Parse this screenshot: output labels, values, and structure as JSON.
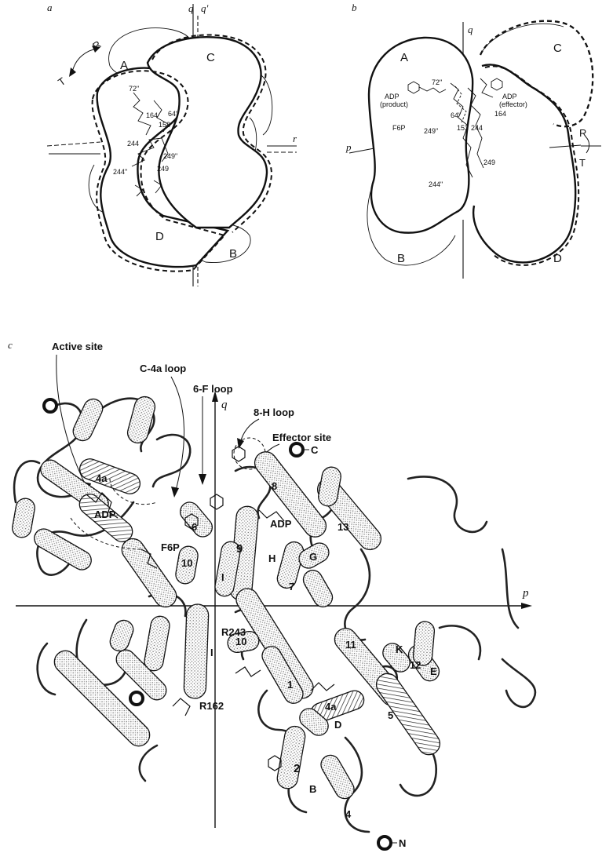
{
  "panels": {
    "a": {
      "letter": "a",
      "axes": {
        "q": "q",
        "q_prime": "q'",
        "r": "r"
      },
      "subunits": {
        "A": "A",
        "B": "B",
        "C": "C",
        "D": "D"
      },
      "transition": {
        "T": "T",
        "R": "R"
      },
      "residues": [
        "72\"",
        "64\"",
        "164",
        "153",
        "244",
        "249\"",
        "244\"",
        "249"
      ]
    },
    "b": {
      "letter": "b",
      "axes": {
        "q": "q",
        "p": "p"
      },
      "subunits": {
        "A": "A",
        "B": "B",
        "C": "C",
        "D": "D"
      },
      "transition": {
        "R": "R",
        "T": "T"
      },
      "ligands": {
        "adp_product_1": "ADP",
        "adp_product_2": "(product)",
        "adp_effector_1": "ADP",
        "adp_effector_2": "(effector)",
        "f6p": "F6P"
      },
      "residues": [
        "72\"",
        "64\"",
        "249\"",
        "153",
        "164",
        "244",
        "249",
        "244\""
      ]
    },
    "c": {
      "letter": "c",
      "axes": {
        "q": "q",
        "p": "p"
      },
      "callouts": {
        "active_site": "Active site",
        "c4a_loop": "C-4a loop",
        "six_f_loop": "6-F loop",
        "eight_h_loop": "8-H loop",
        "effector_site": "Effector site"
      },
      "termini": {
        "c": "C",
        "n": "N"
      },
      "ligands": {
        "adp_1": "ADP",
        "adp_2": "ADP",
        "f6p": "F6P"
      },
      "residues": {
        "r243": "R243",
        "r162": "R162"
      },
      "helix_labels": [
        "4a",
        "6",
        "8",
        "9",
        "13",
        "G",
        "H",
        "7",
        "10",
        "I",
        "10",
        "11",
        "K",
        "12",
        "E",
        "1",
        "I",
        "D",
        "5",
        "4a",
        "2",
        "B",
        "4"
      ]
    }
  },
  "colors": {
    "ink": "#111111",
    "stipple": "#9a9a9a",
    "paper": "#ffffff"
  }
}
